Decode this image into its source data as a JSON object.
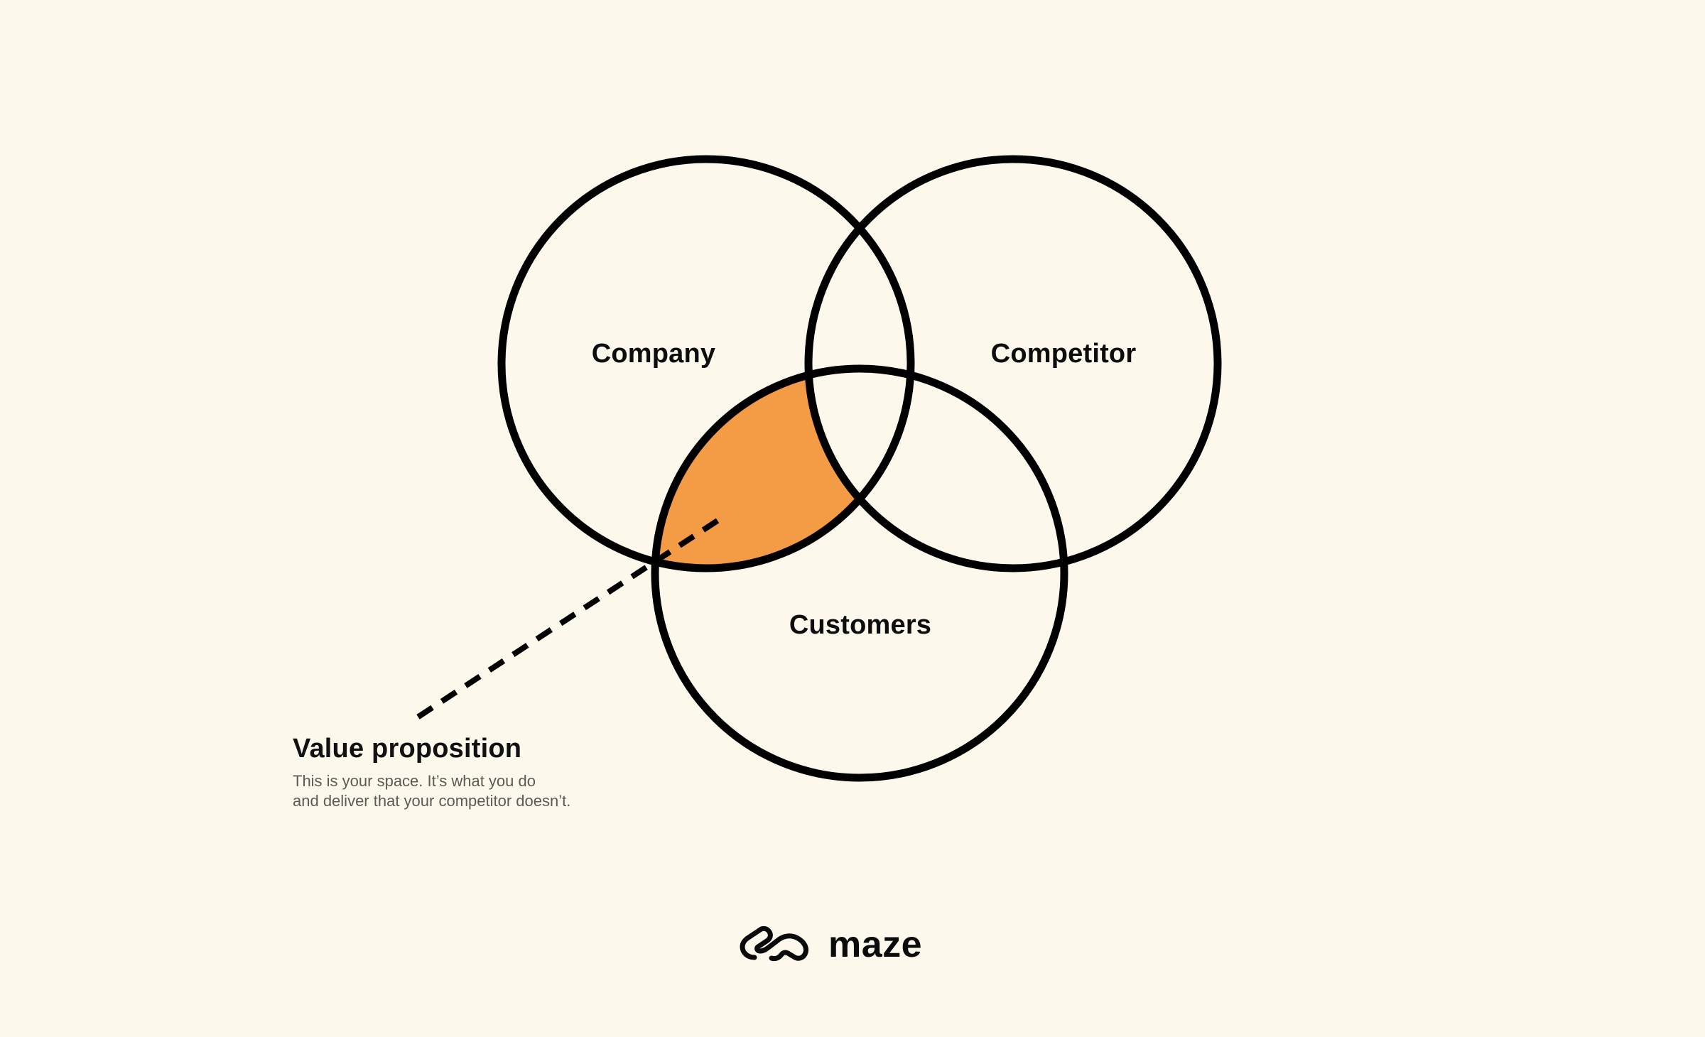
{
  "diagram": {
    "circles": [
      {
        "id": "company",
        "label": "Company"
      },
      {
        "id": "competitor",
        "label": "Competitor"
      },
      {
        "id": "customers",
        "label": "Customers"
      }
    ],
    "highlight": {
      "region": "company-and-customers-without-competitor",
      "color": "#f39b45"
    },
    "callout": {
      "title": "Value proposition",
      "description_lines": [
        "This is your space. It’s what you do",
        "and deliver that your competitor doesn’t."
      ]
    }
  },
  "brand": {
    "logo_icon": "maze-logo-icon",
    "name": "maze"
  },
  "colors": {
    "background": "#fcf8ec",
    "stroke": "#000000",
    "highlight": "#f39b45",
    "description_text": "#5c5a55"
  }
}
